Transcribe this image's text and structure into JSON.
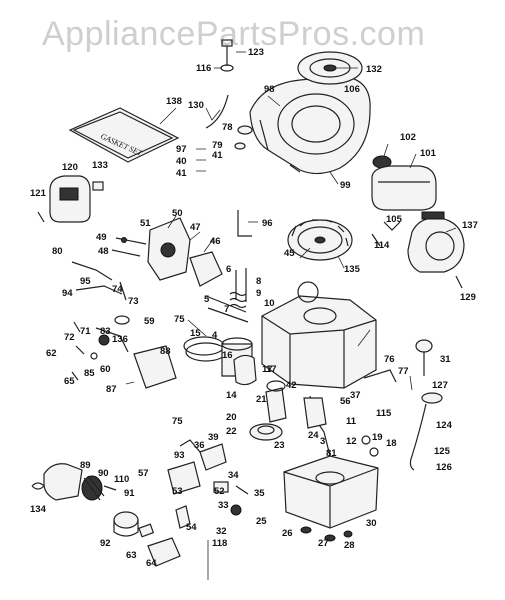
{
  "watermark": "AppliancePartsPros.com",
  "gasket_set_label": "GASKET SET",
  "callouts": [
    "123",
    "116",
    "132",
    "106",
    "138",
    "98",
    "130",
    "78",
    "79",
    "41",
    "97",
    "40",
    "41",
    "102",
    "101",
    "120",
    "133",
    "121",
    "99",
    "50",
    "51",
    "47",
    "49",
    "48",
    "46",
    "96",
    "105",
    "114",
    "137",
    "45",
    "135",
    "80",
    "95",
    "94",
    "74",
    "73",
    "6",
    "8",
    "9",
    "10",
    "5",
    "7",
    "129",
    "72",
    "59",
    "75",
    "62",
    "71",
    "83",
    "136",
    "88",
    "60",
    "85",
    "65",
    "87",
    "15",
    "4",
    "16",
    "17",
    "42",
    "31",
    "76",
    "77",
    "127",
    "37",
    "56",
    "14",
    "21",
    "20",
    "22",
    "23",
    "11",
    "124",
    "12",
    "115",
    "75",
    "39",
    "36",
    "93",
    "3",
    "19",
    "18",
    "125",
    "126",
    "89",
    "110",
    "90",
    "57",
    "53",
    "34",
    "52",
    "35",
    "91",
    "33",
    "134",
    "54",
    "25",
    "30",
    "92",
    "63",
    "32",
    "118",
    "26",
    "27",
    "28",
    "64",
    "81",
    "17",
    "24"
  ]
}
